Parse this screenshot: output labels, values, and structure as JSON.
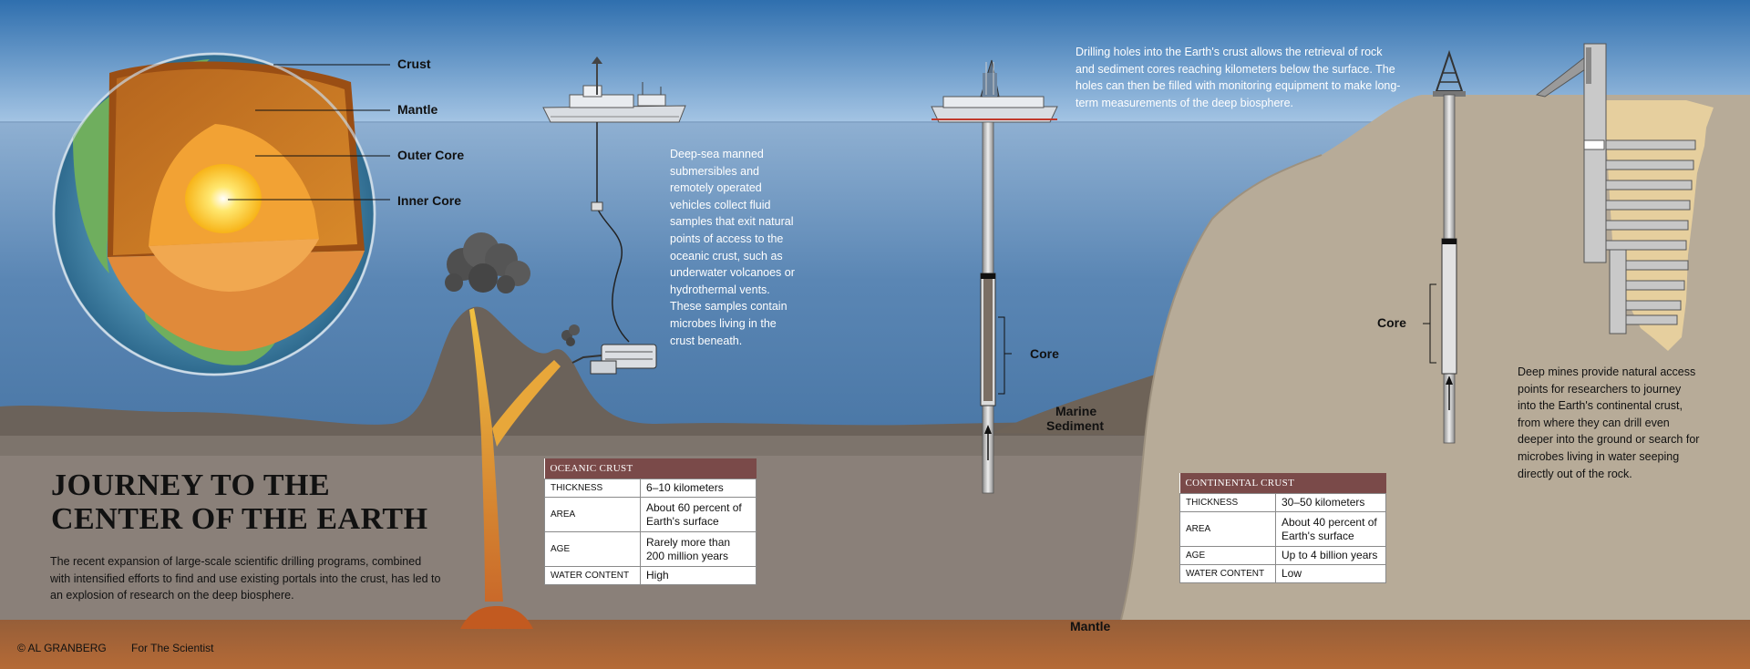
{
  "title": {
    "line1": "JOURNEY TO THE",
    "line2": "CENTER OF THE EARTH"
  },
  "subtitle": "The recent expansion of large-scale scientific drilling programs, combined with intensified efforts to find and use existing portals into the crust, has led to an explosion of research on the deep biosphere.",
  "credits": {
    "artist": "© AL GRANBERG",
    "publication": "For The Scientist"
  },
  "earth_layers": {
    "crust": "Crust",
    "mantle": "Mantle",
    "outer_core": "Outer Core",
    "inner_core": "Inner Core"
  },
  "labels": {
    "core_ocean": "Core",
    "core_land": "Core",
    "marine_sediment_line1": "Marine",
    "marine_sediment_line2": "Sediment",
    "mantle": "Mantle"
  },
  "captions": {
    "submersibles": "Deep-sea manned submersibles and remotely operated vehicles collect fluid samples that exit natural points of access to the oceanic crust, such as underwater volcanoes or hydrothermal vents. These samples contain microbes living in the crust beneath.",
    "drilling": "Drilling holes into the Earth's crust allows the retrieval of rock and sediment cores reaching kilometers below the surface. The holes can then be filled with monitoring equipment to make long-term measurements of the deep biosphere.",
    "mines": "Deep mines provide natural access points for researchers to journey into the Earth's continental crust, from where they can drill even deeper into the ground or search for microbes living in water seeping directly out of the rock."
  },
  "oceanic_crust": {
    "header": "OCEANIC CRUST",
    "rows": [
      {
        "key": "THICKNESS",
        "value": "6–10 kilometers"
      },
      {
        "key": "AREA",
        "value": "About 60 percent of Earth's surface"
      },
      {
        "key": "AGE",
        "value": "Rarely more than 200 million years"
      },
      {
        "key": "WATER CONTENT",
        "value": "High"
      }
    ]
  },
  "continental_crust": {
    "header": "CONTINENTAL CRUST",
    "rows": [
      {
        "key": "THICKNESS",
        "value": "30–50 kilometers"
      },
      {
        "key": "AREA",
        "value": "About 40 percent of Earth's surface"
      },
      {
        "key": "AGE",
        "value": "Up to 4 billion years"
      },
      {
        "key": "WATER CONTENT",
        "value": "Low"
      }
    ]
  },
  "colors": {
    "sky_top": "#2f6fae",
    "sky_bottom": "#a9c8e6",
    "ocean": "#5a86b4",
    "seafloor_rock": "#6b625a",
    "oceanic_crust": "#8a8079",
    "continental_crust": "#b7ab98",
    "mantle": "#a86a3c",
    "magma": "#e0a030",
    "table_header": "#7a4a49"
  }
}
